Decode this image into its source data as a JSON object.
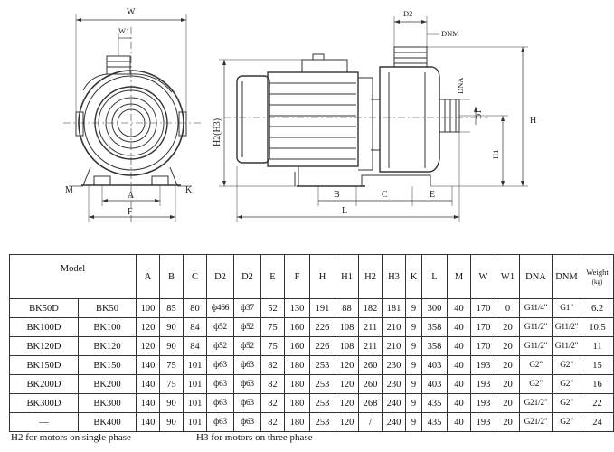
{
  "drawing": {
    "labels": {
      "W": "W",
      "W1": "W1",
      "M": "M",
      "K": "K",
      "A": "A",
      "F": "F",
      "D2": "D2",
      "DNM": "DNM",
      "DNA": "DNA",
      "D1": "D1",
      "H": "H",
      "H1": "H1",
      "H2H3": "H2(H3)",
      "B": "B",
      "C": "C",
      "E": "E",
      "L": "L"
    }
  },
  "table": {
    "model_header": "Model",
    "columns": [
      "A",
      "B",
      "C",
      "D2",
      "D2",
      "E",
      "F",
      "H",
      "H1",
      "H2",
      "H3",
      "K",
      "L",
      "M",
      "W",
      "W1",
      "DNA",
      "DNM"
    ],
    "weight_header": "Weight",
    "weight_unit": "(kg)",
    "rows": [
      {
        "model1": "BK50D",
        "model2": "BK50",
        "values": [
          "100",
          "85",
          "80",
          "ф466",
          "ф37",
          "52",
          "130",
          "191",
          "88",
          "182",
          "181",
          "9",
          "300",
          "40",
          "170",
          "0",
          "G11/4\"",
          "G1\""
        ],
        "weight": "6.2"
      },
      {
        "model1": "BK100D",
        "model2": "BK100",
        "values": [
          "120",
          "90",
          "84",
          "ф52",
          "ф52",
          "75",
          "160",
          "226",
          "108",
          "211",
          "210",
          "9",
          "358",
          "40",
          "170",
          "20",
          "G11/2\"",
          "G11/2\""
        ],
        "weight": "10.5"
      },
      {
        "model1": "BK120D",
        "model2": "BK120",
        "values": [
          "120",
          "90",
          "84",
          "ф52",
          "ф52",
          "75",
          "160",
          "226",
          "108",
          "211",
          "210",
          "9",
          "358",
          "40",
          "170",
          "20",
          "G11/2\"",
          "G11/2\""
        ],
        "weight": "11"
      },
      {
        "model1": "BK150D",
        "model2": "BK150",
        "values": [
          "140",
          "75",
          "101",
          "ф63",
          "ф63",
          "82",
          "180",
          "253",
          "120",
          "260",
          "230",
          "9",
          "403",
          "40",
          "193",
          "20",
          "G2\"",
          "G2\""
        ],
        "weight": "15"
      },
      {
        "model1": "BK200D",
        "model2": "BK200",
        "values": [
          "140",
          "75",
          "101",
          "ф63",
          "ф63",
          "82",
          "180",
          "253",
          "120",
          "260",
          "230",
          "9",
          "403",
          "40",
          "193",
          "20",
          "G2\"",
          "G2\""
        ],
        "weight": "16"
      },
      {
        "model1": "BK300D",
        "model2": "BK300",
        "values": [
          "140",
          "90",
          "101",
          "ф63",
          "ф63",
          "82",
          "180",
          "253",
          "120",
          "268",
          "240",
          "9",
          "435",
          "40",
          "193",
          "20",
          "G21/2\"",
          "G2\""
        ],
        "weight": "22"
      },
      {
        "model1": "—",
        "model2": "BK400",
        "values": [
          "140",
          "90",
          "101",
          "ф63",
          "ф63",
          "82",
          "180",
          "253",
          "120",
          "/",
          "240",
          "9",
          "435",
          "40",
          "193",
          "20",
          "G21/2\"",
          "G2\""
        ],
        "weight": "24"
      }
    ]
  },
  "footnotes": {
    "single_phase": "H2 for motors on single phase",
    "three_phase": "H3 for motors on three phase"
  }
}
